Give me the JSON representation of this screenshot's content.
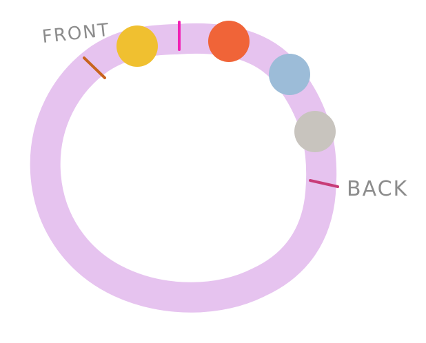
{
  "diagram": {
    "labels": {
      "front": "FRONT",
      "back": "BACK"
    },
    "colors": {
      "ring": "#e6c3ef",
      "label": "#8c8c8c",
      "front_marker": "#c8641e",
      "top_marker": "#f020b4",
      "back_marker": "#c83c78"
    },
    "items": [
      {
        "name": "yellow-circle",
        "color": "#f0c030"
      },
      {
        "name": "red-circle",
        "color": "#f06438"
      },
      {
        "name": "blue-circle",
        "color": "#9cbcd8"
      },
      {
        "name": "gray-circle",
        "color": "#c8c4be"
      }
    ]
  }
}
